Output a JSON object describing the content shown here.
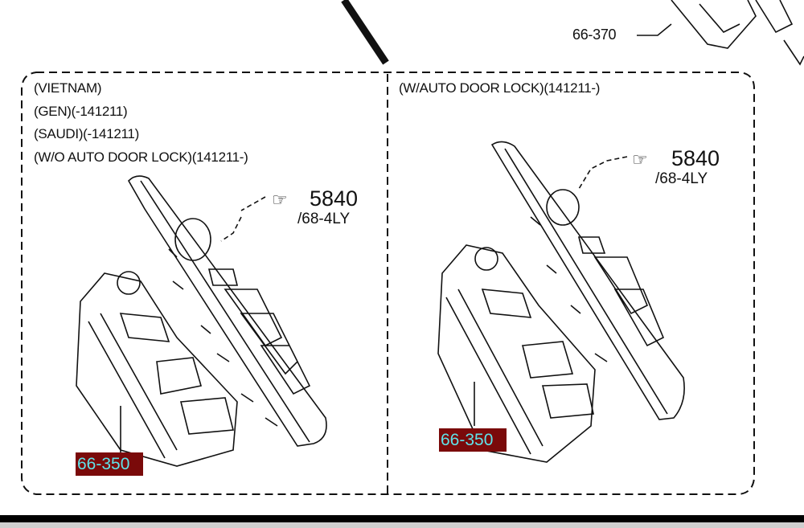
{
  "diagram": {
    "top_callout": "66-370",
    "left_panel": {
      "conditions": [
        "(VIETNAM)",
        "(GEN)(-141211)",
        "(SAUDI)(-141211)",
        "(W/O AUTO DOOR LOCK)(141211-)"
      ],
      "reference_number": "5840",
      "reference_sub": "/68-4LY",
      "part_label": "66-350"
    },
    "right_panel": {
      "conditions": [
        "(W/AUTO DOOR LOCK)(141211-)"
      ],
      "reference_number": "5840",
      "reference_sub": "/68-4LY",
      "part_label": "66-350"
    },
    "colors": {
      "label_bg": "#7a0a0a",
      "label_text": "#5fe3ea"
    }
  }
}
